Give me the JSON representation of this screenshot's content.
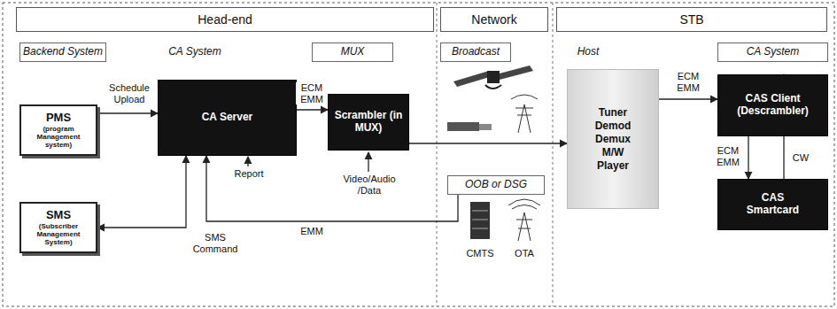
{
  "diagram": {
    "nodes": [
      {
        "text": [
          "Head-end"
        ]
      },
      {
        "text": [
          "Network"
        ]
      },
      {
        "text": [
          "STB"
        ]
      },
      {
        "text": [
          "Backend System"
        ]
      },
      {
        "text": [
          "CA System"
        ]
      },
      {
        "text": [
          "MUX"
        ]
      },
      {
        "text": [
          "Broadcast"
        ]
      },
      {
        "text": [
          "Host"
        ]
      },
      {
        "text": [
          "CA System"
        ]
      },
      {
        "text": [
          "PMS",
          "(program Management system)"
        ]
      },
      {
        "text": [
          "CA Server"
        ]
      },
      {
        "text": [
          "Scrambler (in MUX)"
        ]
      },
      {
        "text": [
          "Tuner Demod Demux M/W Player"
        ]
      },
      {
        "text": [
          "CAS Client (Descrambler)"
        ]
      },
      {
        "text": [
          "SMS",
          "(Subscriber Management System)"
        ]
      },
      {
        "text": [
          "OOB or DSG"
        ]
      },
      {
        "text": [
          "CAS Smartcard"
        ]
      }
    ],
    "edges": [
      {
        "from": 9,
        "to": 10,
        "arrow": "to",
        "label": "Schedule Upload"
      },
      {
        "from": 14,
        "to": 10,
        "arrow": "both",
        "label": "SMS Command"
      },
      {
        "from": 10,
        "to": 11,
        "arrow": "to",
        "label": "ECM EMM"
      },
      {
        "from": 11,
        "to": 12,
        "arrow": "to"
      },
      {
        "from": 15,
        "to": 10,
        "arrow": "to",
        "label": "EMM"
      },
      {
        "from": 12,
        "to": 13,
        "arrow": "to",
        "label": "ECM EMM"
      },
      {
        "from": 13,
        "to": 16,
        "arrow": "to",
        "label": "ECM EMM"
      },
      {
        "from": 16,
        "to": 13,
        "arrow": "to",
        "label": "CW"
      }
    ],
    "labels": [
      "Report",
      "Video/Audio /Data",
      "CMTS",
      "OTA"
    ]
  }
}
